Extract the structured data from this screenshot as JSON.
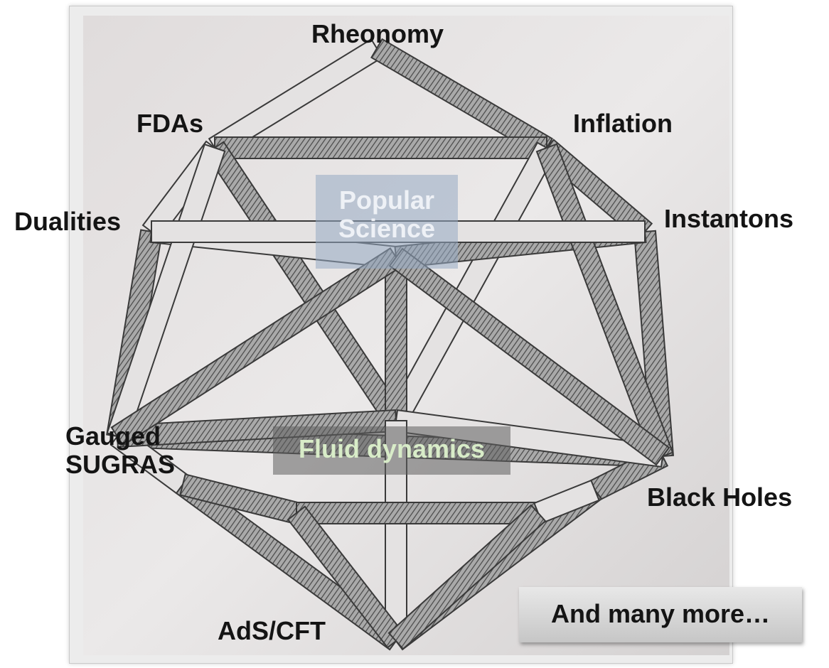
{
  "labels": {
    "rheonomy": "Rheonomy",
    "fdas": "FDAs",
    "inflation": "Inflation",
    "dualities": "Dualities",
    "instantons": "Instantons",
    "gauged_line1": "Gauged",
    "gauged_line2": "SUGRAS",
    "black_holes": "Black Holes",
    "ads_cft": "AdS/CFT"
  },
  "callouts": {
    "popular_line1": "Popular",
    "popular_line2": "Science",
    "fluid": "Fluid dynamics",
    "more": "And many more…"
  },
  "colors": {
    "popular_box": "#96aac3",
    "fluid_text": "#d8ecc8",
    "sketch_ink": "#3a3a3a",
    "paper": "#ececec"
  }
}
